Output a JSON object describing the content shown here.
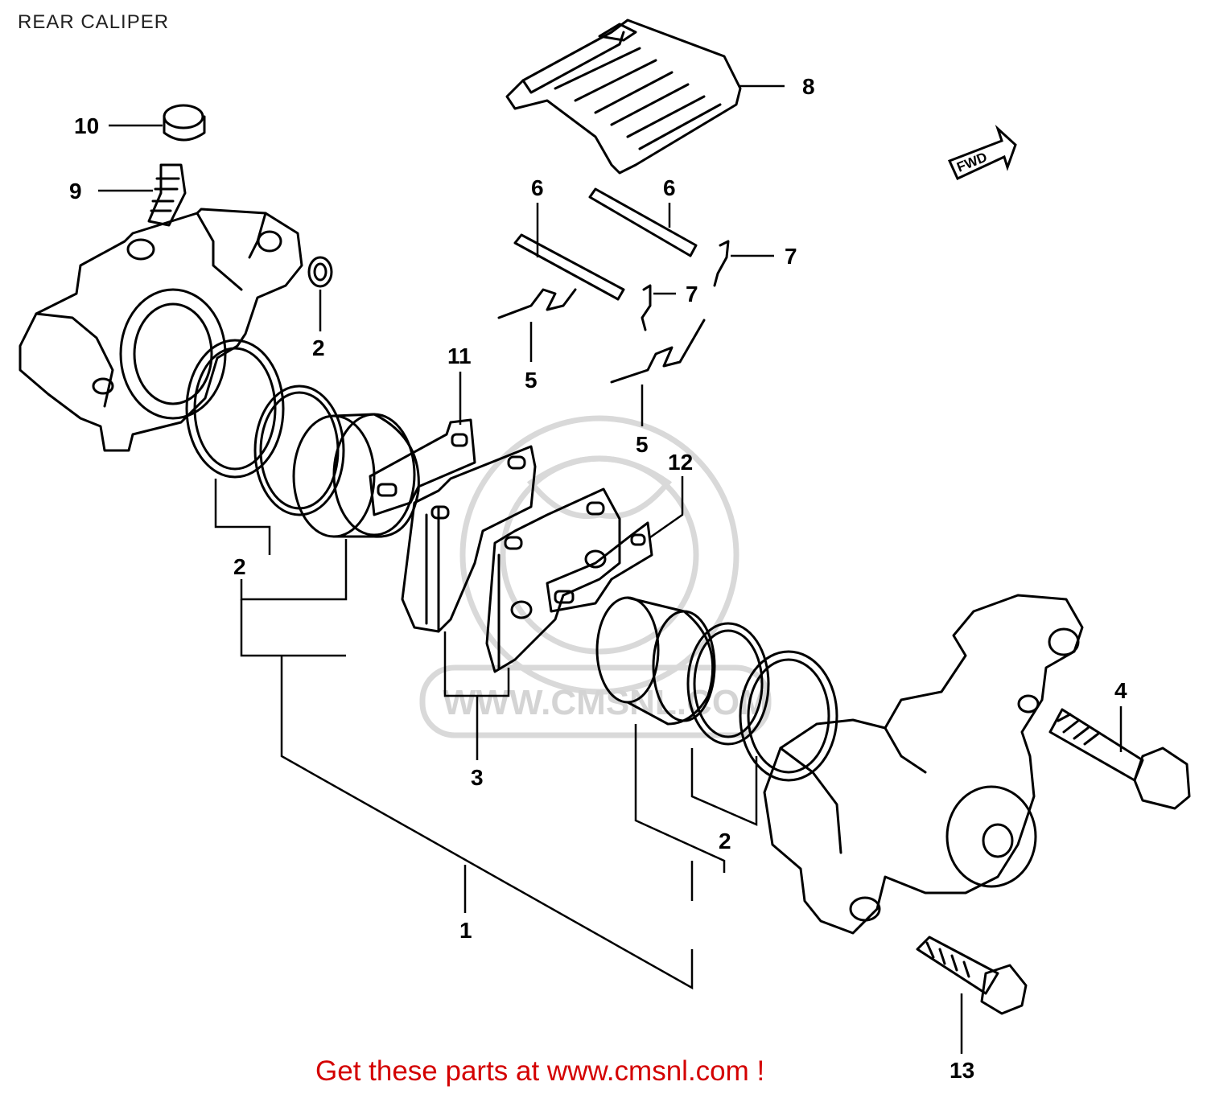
{
  "title": "REAR CALIPER",
  "footer_link": "Get these parts at www.cmsnl.com !",
  "watermark": "WWW.CMSNL.COM",
  "fwd_mark": "FWD",
  "callouts": {
    "c1": "1",
    "c2a": "2",
    "c2b": "2",
    "c2c": "2",
    "c3": "3",
    "c4": "4",
    "c5a": "5",
    "c5b": "5",
    "c6a": "6",
    "c6b": "6",
    "c7a": "7",
    "c7b": "7",
    "c8": "8",
    "c9": "9",
    "c10": "10",
    "c11": "11",
    "c12": "12",
    "c13": "13"
  }
}
